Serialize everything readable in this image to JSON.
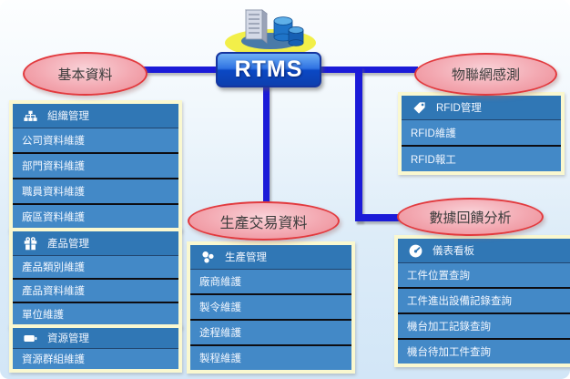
{
  "rtms": {
    "label": "RTMS",
    "icon": "server-database-icon"
  },
  "ellipses": [
    {
      "id": "basic-data",
      "label": "基本資料"
    },
    {
      "id": "iot-sensing",
      "label": "物聯網感測"
    },
    {
      "id": "production-transaction",
      "label": "生產交易資料"
    },
    {
      "id": "data-feedback",
      "label": "數據回饋分析"
    }
  ],
  "panels": [
    {
      "id": "org",
      "icon": "org-chart-icon",
      "title": "組織管理",
      "items": [
        "公司資料維護",
        "部門資料維護",
        "職員資料維護",
        "廠區資料維護"
      ]
    },
    {
      "id": "product",
      "icon": "gift-icon",
      "title": "產品管理",
      "items": [
        "產品類別維護",
        "產品資料維護",
        "單位維護"
      ]
    },
    {
      "id": "resource",
      "icon": "battery-icon",
      "title": "資源管理",
      "items": [
        "資源群組維護"
      ]
    },
    {
      "id": "production",
      "icon": "cluster-nodes-icon",
      "title": "生產管理",
      "items": [
        "廠商維護",
        "製令維護",
        "途程維護",
        "製程維護"
      ]
    },
    {
      "id": "rfid",
      "icon": "tag-icon",
      "title": "RFID管理",
      "items": [
        "RFID維護",
        "RFID報工"
      ]
    },
    {
      "id": "dashboard",
      "icon": "gauge-icon",
      "title": "儀表看板",
      "items": [
        "工件位置查詢",
        "工件進出設備記錄查詢",
        "機台加工記錄查詢",
        "機台待加工件查詢"
      ]
    }
  ],
  "colors": {
    "connector_blue": "#1b1bd8",
    "panel_header_blue": "#3077b5",
    "panel_item_blue": "#4389c7",
    "panel_border_cream": "#faf8d0",
    "ellipse_pink": "#f3a8b1",
    "ellipse_border_red": "#e23a3e",
    "rtms_box_blue": "#0d3fae",
    "server_base_yellow": "#f2ef49",
    "background_bottom": "#d2e6f7"
  }
}
